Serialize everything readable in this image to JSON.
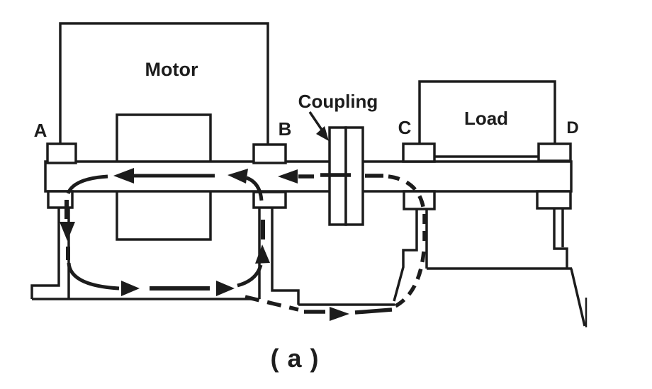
{
  "figure": {
    "caption": "( a )",
    "components": {
      "motor": "Motor",
      "coupling": "Coupling",
      "load": "Load"
    },
    "bearings": {
      "a": "A",
      "b": "B",
      "c": "C",
      "d": "D"
    },
    "colors": {
      "ink": "#1e1e1e",
      "background": "#ffffff"
    }
  }
}
